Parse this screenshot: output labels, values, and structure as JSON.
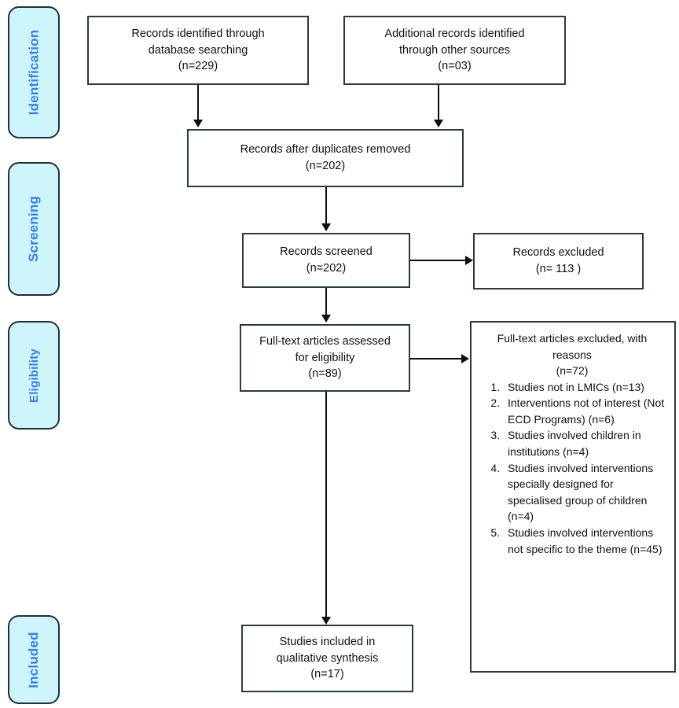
{
  "diagram": {
    "title": "PRISMA flow diagram",
    "colors": {
      "pill_fill": "#cdf5fb",
      "pill_border": "#223038",
      "pill_text": "#3b7fe0",
      "box_border": "#2b3a42",
      "box_fill": "#ffffff",
      "connector": "#0d0d0d",
      "box_text": "#111111"
    },
    "stages": [
      {
        "label": "Identification"
      },
      {
        "label": "Screening"
      },
      {
        "label": "Eligibility"
      },
      {
        "label": "Included"
      }
    ],
    "boxes": {
      "records_identified": {
        "line1": "Records identified through",
        "line2": "database searching",
        "count": "(n=229)",
        "text": "Records identified through\ndatabase searching\n(n=229)"
      },
      "additional_records": {
        "line1": "Additional records identified",
        "line2": "through other sources",
        "count": "(n=03)",
        "text": "Additional records identified\nthrough other sources\n(n=03)"
      },
      "duplicates_removed": {
        "line1": "Records after duplicates removed",
        "count": "(n=202)",
        "text": "Records after duplicates removed\n(n=202)"
      },
      "records_screened": {
        "line1": "Records screened",
        "count": "(n=202)",
        "text": "Records screened\n(n=202)"
      },
      "records_excluded": {
        "line1": "Records excluded",
        "count": "(n= 113 )",
        "text": "Records excluded\n(n= 113 )"
      },
      "fulltext_assessed": {
        "line1": "Full-text articles assessed",
        "line2": "for eligibility",
        "count": "(n=89)",
        "text": "Full-text articles assessed\nfor eligibility\n(n=89)"
      },
      "fulltext_excluded": {
        "heading": "Full-text articles excluded, with\nreasons\n(n=72)",
        "heading_line1": "Full-text articles excluded, with",
        "heading_line2": "reasons",
        "count": "(n=72)",
        "reasons": [
          "Studies not in LMICs (n=13)",
          "Interventions not of interest (Not ECD Programs) (n=6)",
          "Studies involved children in institutions (n=4)",
          "Studies involved interventions specially designed for specialised group of children (n=4)",
          "Studies involved interventions not specific to the theme (n=45)"
        ]
      },
      "studies_included": {
        "line1": "Studies included in",
        "line2": "qualitative synthesis",
        "count": "(n=17)",
        "text": "Studies included in\nqualitative synthesis\n(n=17)"
      }
    }
  }
}
